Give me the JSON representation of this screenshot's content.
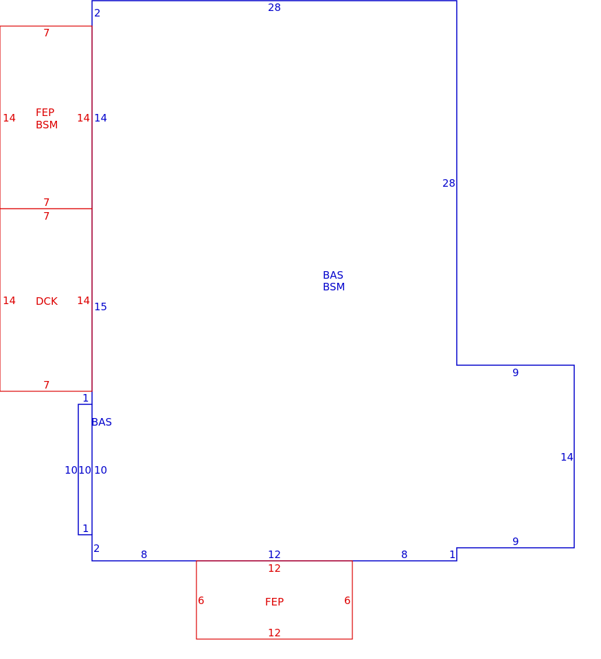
{
  "colors": {
    "main": "#0000cc",
    "addition": "#dd0000"
  },
  "areas": {
    "main_code1": "BAS",
    "main_code2": "BSM",
    "bump_code": "BAS",
    "fep_bsm_code1": "FEP",
    "fep_bsm_code2": "BSM",
    "dck_code": "DCK",
    "fep_code": "FEP"
  },
  "dimensions": {
    "main_top": "28",
    "main_right": "28",
    "main_top_left_corner": "2",
    "main_left_upper": "14",
    "main_left_middle": "15",
    "main_left_above_bump": "1",
    "main_left_bump": "10",
    "main_left_below_bump": "1",
    "main_bottom_left_corner": "2",
    "main_bottom_left": "8",
    "main_bottom_center": "12",
    "main_bottom_right": "8",
    "main_bottom_step": "1",
    "ext_top": "9",
    "ext_right": "14",
    "ext_bottom": "9",
    "bump_outer": "10",
    "bump_inner": "10",
    "fep_bsm_top": "7",
    "fep_bsm_left": "14",
    "fep_bsm_right": "14",
    "fep_bsm_bottom": "7",
    "dck_top": "7",
    "dck_left": "14",
    "dck_right": "14",
    "dck_bottom": "7",
    "fep_top": "12",
    "fep_left": "6",
    "fep_right": "6",
    "fep_bottom": "12"
  }
}
